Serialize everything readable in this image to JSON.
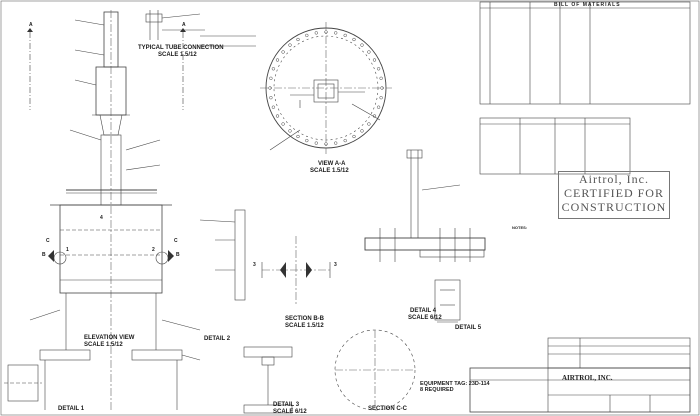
{
  "views": {
    "typical_tube": {
      "title": "TYPICAL TUBE CONNECTION",
      "scale": "SCALE 1.5/12"
    },
    "view_aa": {
      "title": "VIEW A-A",
      "scale": "SCALE 1.5/12"
    },
    "elevation": {
      "title": "ELEVATION VIEW",
      "scale": "SCALE 1.5/12"
    },
    "section_bb": {
      "title": "SECTION B-B",
      "scale": "SCALE 1.5/12"
    },
    "detail_4": {
      "title": "DETAIL 4",
      "scale": "SCALE 6/12"
    },
    "detail_1": {
      "title": "DETAIL 1"
    },
    "detail_2": {
      "title": "DETAIL 2"
    },
    "detail_3": {
      "title": "DETAIL 3",
      "scale": "SCALE 6/12"
    },
    "detail_5": {
      "title": "DETAIL 5"
    },
    "section_cc": {
      "title": "SECTION C-C"
    }
  },
  "markers": {
    "a": "A",
    "b": "B",
    "c": "C",
    "n1": "1",
    "n2": "2",
    "n3": "3",
    "n4": "4"
  },
  "bom": {
    "title": "BILL OF MATERIALS"
  },
  "stamp": {
    "line1": "Airtrol, Inc.",
    "line2": "CERTIFIED FOR",
    "line3": "CONSTRUCTION"
  },
  "notes": {
    "title": "NOTES:"
  },
  "equipment": {
    "tag": "EQUIPMENT TAG: 23D-114",
    "req": "8 REQUIRED"
  },
  "title_block": {
    "company": "AIRTROL, INC."
  }
}
